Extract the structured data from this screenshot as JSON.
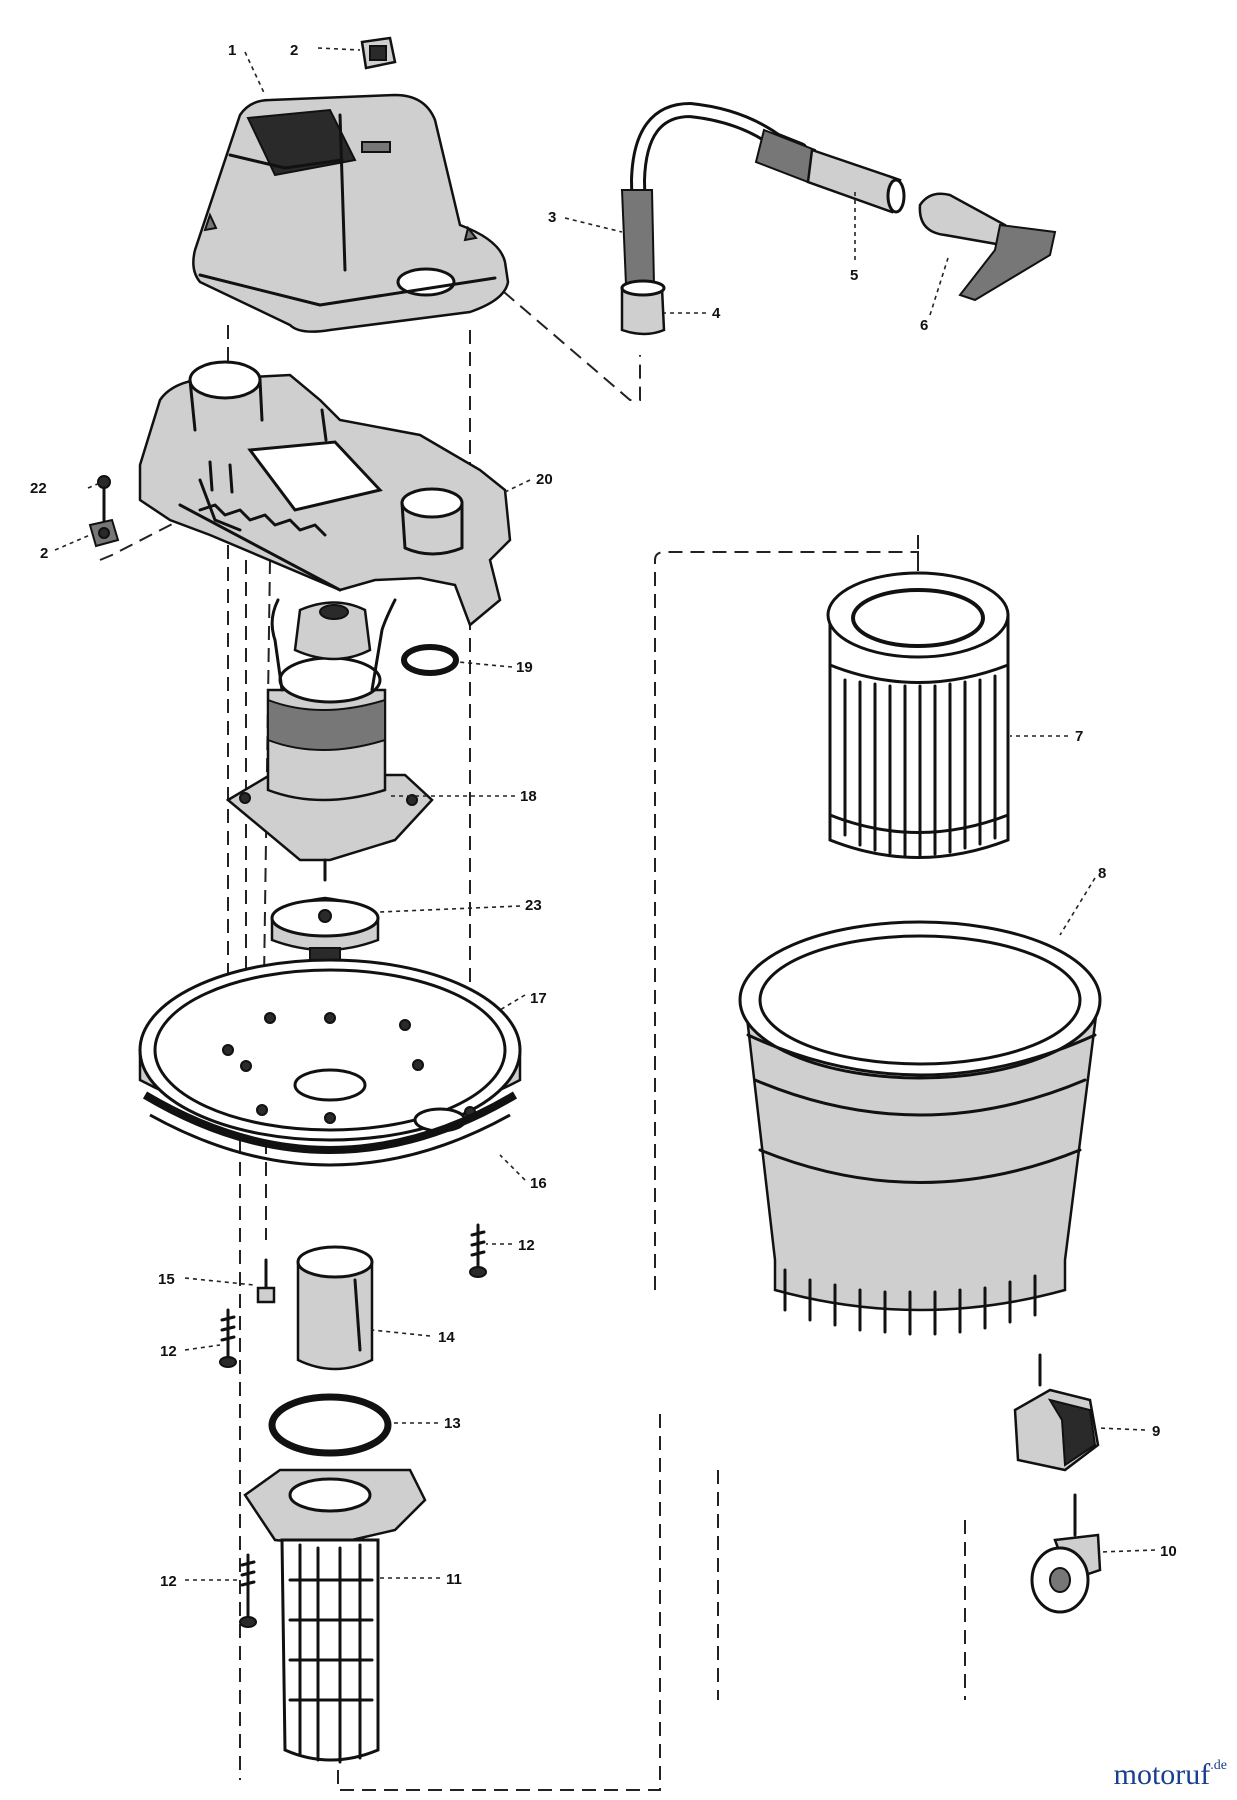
{
  "callouts": [
    "1",
    "2",
    "3",
    "5",
    "4",
    "6",
    "22",
    "20",
    "2",
    "19",
    "7",
    "18",
    "23",
    "8",
    "17",
    "16",
    "12",
    "15",
    "14",
    "12",
    "13",
    "9",
    "10",
    "12",
    "11"
  ],
  "watermark": {
    "name": "motoruf",
    "tld": ".de"
  },
  "colors": {
    "line": "#111111",
    "watermark": "#1b3f8f"
  }
}
